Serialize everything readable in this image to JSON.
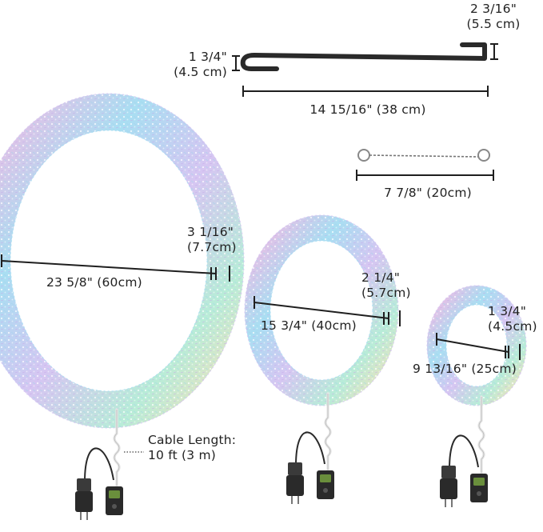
{
  "colors": {
    "line": "#1f1f1f",
    "ring_pink": "#f2b9e4",
    "ring_blue": "#a9def2",
    "ring_lilac": "#d6c6f2",
    "ring_teal": "#b8ecd8",
    "ring_gold": "#f3e2ba",
    "hook": "#2a2a2a",
    "cable": "#e6e6e6",
    "adapter": "#2a2a2a"
  },
  "hook": {
    "height_label": "1 3/4\"",
    "height_metric": "(4.5 cm)",
    "top_label": "2 3/16\"",
    "top_metric": "(5.5 cm)",
    "length_label": "14 15/16\" (38 cm)"
  },
  "chain": {
    "length_label": "7 7/8\" (20cm)"
  },
  "wreaths": [
    {
      "diameter_label": "23 5/8\" (60cm)",
      "thickness_label": "3 1/16\"",
      "thickness_metric": "(7.7cm)"
    },
    {
      "diameter_label": "15 3/4\" (40cm)",
      "thickness_label": "2 1/4\"",
      "thickness_metric": "(5.7cm)"
    },
    {
      "diameter_label": "9 13/16\" (25cm)",
      "thickness_label": "1 3/4\"",
      "thickness_metric": "(4.5cm)"
    }
  ],
  "cable": {
    "label": "Cable Length:",
    "value": "10 ft (3 m)"
  }
}
